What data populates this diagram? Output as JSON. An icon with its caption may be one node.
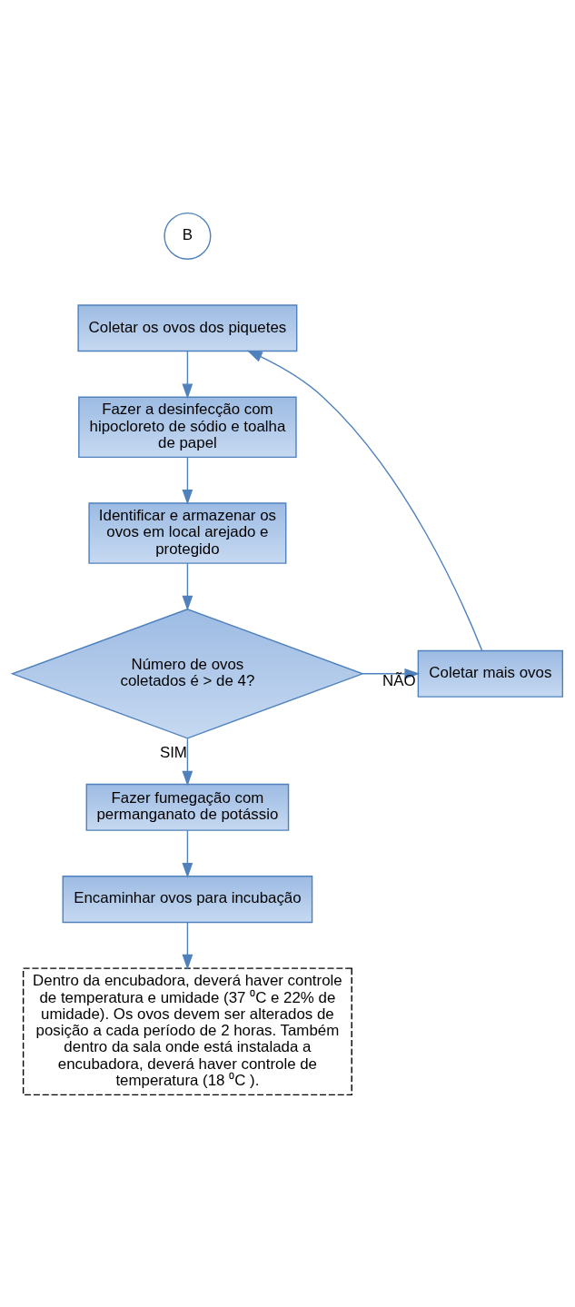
{
  "diagram": {
    "nodes": [
      {
        "text": [
          "B"
        ]
      },
      {
        "text": [
          "Coletar os ovos dos piquetes"
        ]
      },
      {
        "text": [
          "Fazer a desinfecção com hipocloreto de sódio e toalha de papel"
        ]
      },
      {
        "text": [
          "Identificar e armazenar os ovos em local arejado e protegido"
        ]
      },
      {
        "text": [
          "Número de ovos coletados é > de 4?"
        ]
      },
      {
        "text": [
          "Coletar mais ovos"
        ]
      },
      {
        "text": [
          "Fazer fumegação com permanganato de potássio"
        ]
      },
      {
        "text": [
          "Encaminhar ovos para incubação"
        ]
      },
      {
        "text": [
          "Dentro da encubadora, deverá haver controle de temperatura e umidade (37 ⁰C e 22% de umidade). Os ovos devem ser alterados de posição a cada período de 2 horas. Também dentro da sala onde está instalada a encubadora, deverá haver controle de temperatura (18 ⁰C )."
        ]
      }
    ],
    "edges": [
      {
        "from": 1,
        "to": 2,
        "arrow": "to"
      },
      {
        "from": 2,
        "to": 3,
        "arrow": "to"
      },
      {
        "from": 3,
        "to": 4,
        "arrow": "to"
      },
      {
        "from": 4,
        "to": 5,
        "arrow": "to",
        "label": "NÃO"
      },
      {
        "from": 5,
        "to": 1,
        "arrow": "to"
      },
      {
        "from": 4,
        "to": 6,
        "arrow": "to",
        "label": "SIM"
      },
      {
        "from": 6,
        "to": 7,
        "arrow": "to"
      },
      {
        "from": 7,
        "to": 8,
        "arrow": "to"
      }
    ]
  }
}
